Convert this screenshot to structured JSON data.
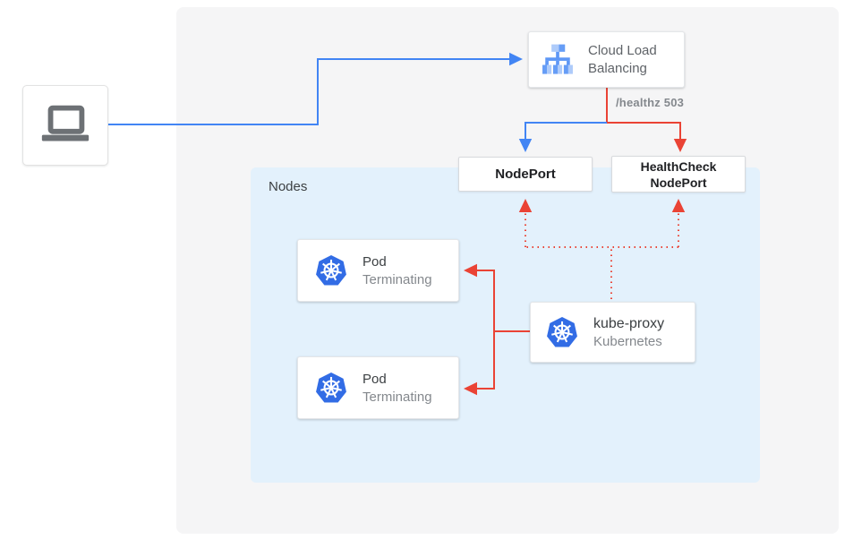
{
  "palette": {
    "line_blue": "#4285f4",
    "line_red": "#ea4335",
    "kubernetes_blue": "#326ce5",
    "lb_icon_blue_light": "#aecbfa",
    "lb_icon_blue_mid": "#669df6",
    "lb_icon_blue_dark": "#5e97f6",
    "nodes_container_bg": "#e3f1fc",
    "canvas_bg": "#f5f5f6",
    "laptop_gray": "#6d7175"
  },
  "client": {
    "icon": "laptop-icon"
  },
  "load_balancer": {
    "icon": "cloud-load-balancing-icon",
    "label": "Cloud Load Balancing"
  },
  "health_check_path": "/healthz 503",
  "node_port": {
    "label": "NodePort"
  },
  "health_check_node_port": {
    "label": "HealthCheck NodePort"
  },
  "nodes_group": {
    "label": "Nodes"
  },
  "pods": [
    {
      "icon": "kubernetes-icon",
      "title": "Pod",
      "status": "Terminating"
    },
    {
      "icon": "kubernetes-icon",
      "title": "Pod",
      "status": "Terminating"
    }
  ],
  "kube_proxy": {
    "icon": "kubernetes-icon",
    "title": "kube-proxy",
    "subtitle": "Kubernetes"
  }
}
